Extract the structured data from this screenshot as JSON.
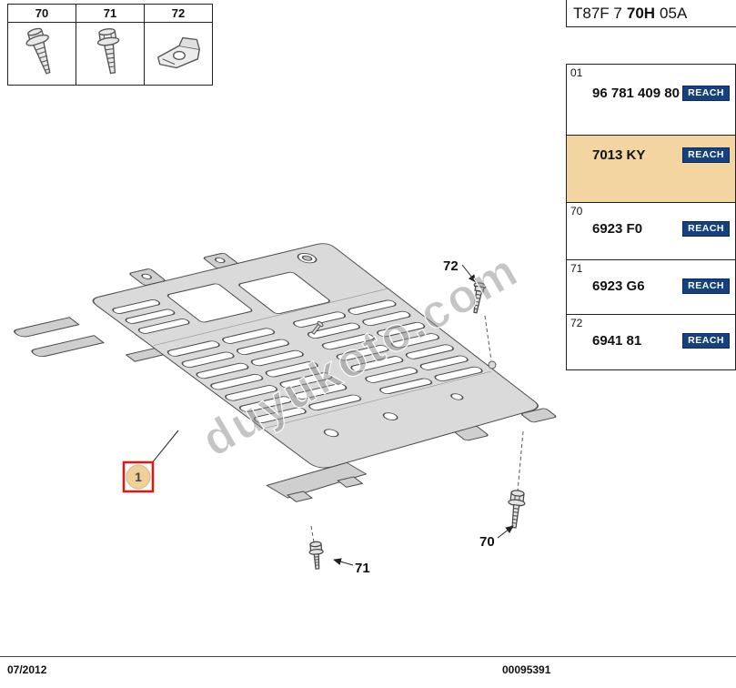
{
  "header": {
    "code_part1": "T87F 7",
    "code_part2": "70H",
    "code_part3": "05A"
  },
  "legend": {
    "items": [
      {
        "id": "70",
        "icon": "flange-screw-icon"
      },
      {
        "id": "71",
        "icon": "hex-bolt-icon"
      },
      {
        "id": "72",
        "icon": "clip-nut-icon"
      }
    ]
  },
  "parts_table": {
    "rows": [
      {
        "ref": "01",
        "part_number": "96 781 409 80",
        "reach": "REACH",
        "highlighted": false
      },
      {
        "ref": "",
        "part_number": "7013 KY",
        "reach": "REACH",
        "highlighted": true
      },
      {
        "ref": "70",
        "part_number": "6923 F0",
        "reach": "REACH",
        "highlighted": false
      },
      {
        "ref": "71",
        "part_number": "6923 G6",
        "reach": "REACH",
        "highlighted": false
      },
      {
        "ref": "72",
        "part_number": "6941 81",
        "reach": "REACH",
        "highlighted": false
      }
    ]
  },
  "diagram": {
    "callout_1": "1",
    "callout_70": "70",
    "callout_71": "71",
    "callout_72": "72",
    "watermark": "duyukoto.com"
  },
  "footer": {
    "date": "07/2012",
    "doc_number": "00095391"
  },
  "colors": {
    "highlight_row": "#f2d5a0",
    "callout_circle_fill": "#f0d09a",
    "callout_box_border": "#e81313",
    "reach_badge_bg": "#15417e",
    "reach_badge_text": "#ffffff",
    "plate_fill": "#dadada"
  }
}
